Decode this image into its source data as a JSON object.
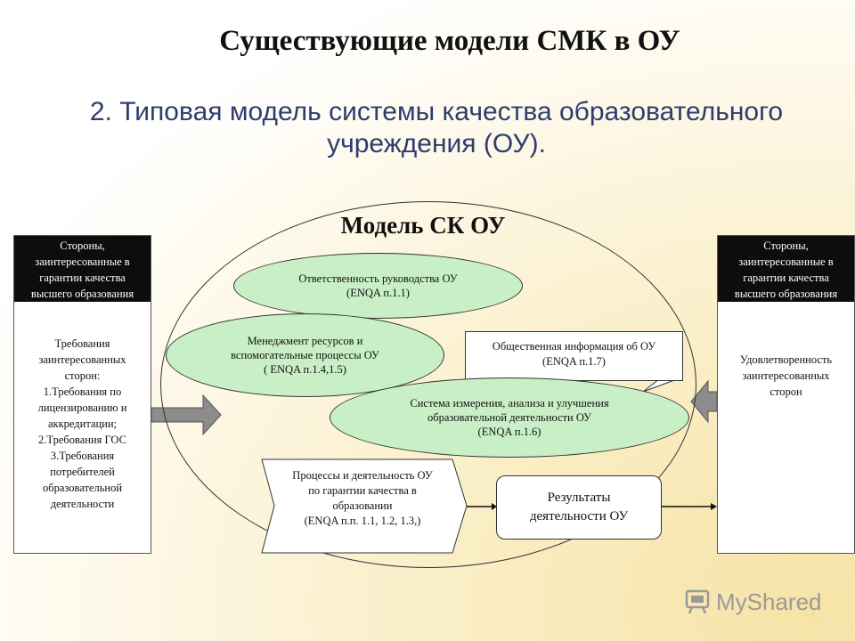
{
  "title": "Существующие модели СМК в ОУ",
  "subtitle": {
    "line1": "2. Типовая модель системы качества образовательного",
    "line2": "учреждения (ОУ)."
  },
  "diagram": {
    "model_title": "Модель СК ОУ",
    "left_box": {
      "header": [
        "Стороны,",
        "заинтересованные в",
        "гарантии качества",
        "высшего образования"
      ],
      "body": [
        "Требования",
        "заинтересованных",
        "сторон:",
        "1.Требования по",
        "лицензированию и",
        "аккредитации;",
        "2.Требования ГОС",
        "3.Требования",
        "потребителей",
        "образовательной",
        "деятельности"
      ]
    },
    "right_box": {
      "header": [
        "Стороны,",
        "заинтересованные в",
        "гарантии качества",
        "высшего образования"
      ],
      "body": [
        "Удовлетворенность",
        "заинтересованных",
        "сторон"
      ]
    },
    "oval_responsibility": [
      "Ответственность руководства ОУ",
      "(ENQA п.1.1)"
    ],
    "oval_resources": [
      "Менеджмент ресурсов и",
      "вспомогательные процессы ОУ",
      "( ENQA п.1.4,1.5)"
    ],
    "public_info": [
      "Общественная информация об ОУ",
      "(ENQA п.1.7)"
    ],
    "oval_measurement": [
      "Система измерения, анализа и улучшения",
      "образовательной деятельности ОУ",
      "(ENQA п.1.6)"
    ],
    "processes": [
      "Процессы и деятельность ОУ",
      "по гарантии качества в",
      "образовании",
      "(ENQA п.п. 1.1, 1.2, 1.3,)"
    ],
    "results": [
      "Результаты",
      "деятельности ОУ"
    ]
  },
  "watermark": {
    "text": "MyShared",
    "icon": "myshared-logo-icon"
  }
}
